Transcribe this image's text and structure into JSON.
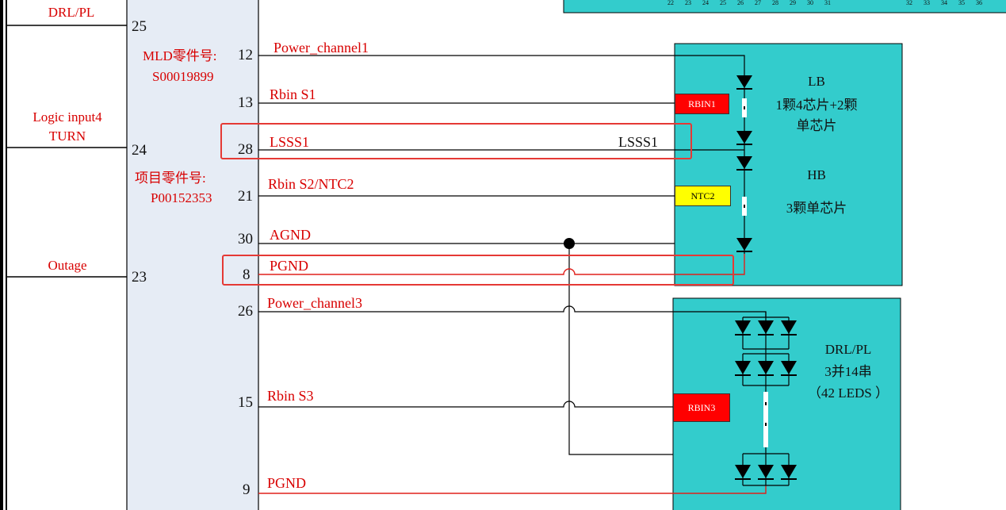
{
  "left_inputs": {
    "drl_label": "DRL/PL",
    "drl_pin": "25",
    "turn_label_1": "Logic input4",
    "turn_label_2": "TURN",
    "turn_pin": "24",
    "outage_label": "Outage",
    "outage_pin": "23"
  },
  "part_numbers": {
    "mld_label": "MLD零件号:",
    "mld_number": "S00019899",
    "project_label": "项目零件号:",
    "project_number": "P00152353"
  },
  "connections": [
    {
      "pin": "12",
      "signal": "Power_channel1"
    },
    {
      "pin": "13",
      "signal": "Rbin S1"
    },
    {
      "pin": "28",
      "signal": "LSSS1"
    },
    {
      "pin": "21",
      "signal": "Rbin S2/NTC2"
    },
    {
      "pin": "30",
      "signal": "AGND"
    },
    {
      "pin": "8",
      "signal": "PGND"
    },
    {
      "pin": "26",
      "signal": "Power_channel3"
    },
    {
      "pin": "15",
      "signal": "Rbin S3"
    },
    {
      "pin": "9",
      "signal": "PGND"
    }
  ],
  "lsss_tag": "LSSS1",
  "module1": {
    "lb_title": "LB",
    "lb_desc_1": "1颗4芯片+2颗",
    "lb_desc_2": "单芯片",
    "hb_title": "HB",
    "hb_desc": "3颗单芯片",
    "rbin_tag": "RBIN1",
    "ntc_tag": "NTC2"
  },
  "module2": {
    "title": "DRL/PL",
    "desc_1": "3并14串",
    "desc_2": "（42 LEDS ）",
    "rbin_tag": "RBIN3"
  },
  "top_scale": [
    "22",
    "23",
    "24",
    "25",
    "26",
    "27",
    "28",
    "29",
    "30",
    "31",
    "32",
    "33",
    "34",
    "35",
    "36"
  ],
  "colors": {
    "connector_fill": "#e6ecf5",
    "module_fill": "#33cccc",
    "highlight": "#e53935",
    "text_red": "#d80000",
    "rbin_fill": "#ff0000",
    "ntc_fill": "#ffff00"
  }
}
